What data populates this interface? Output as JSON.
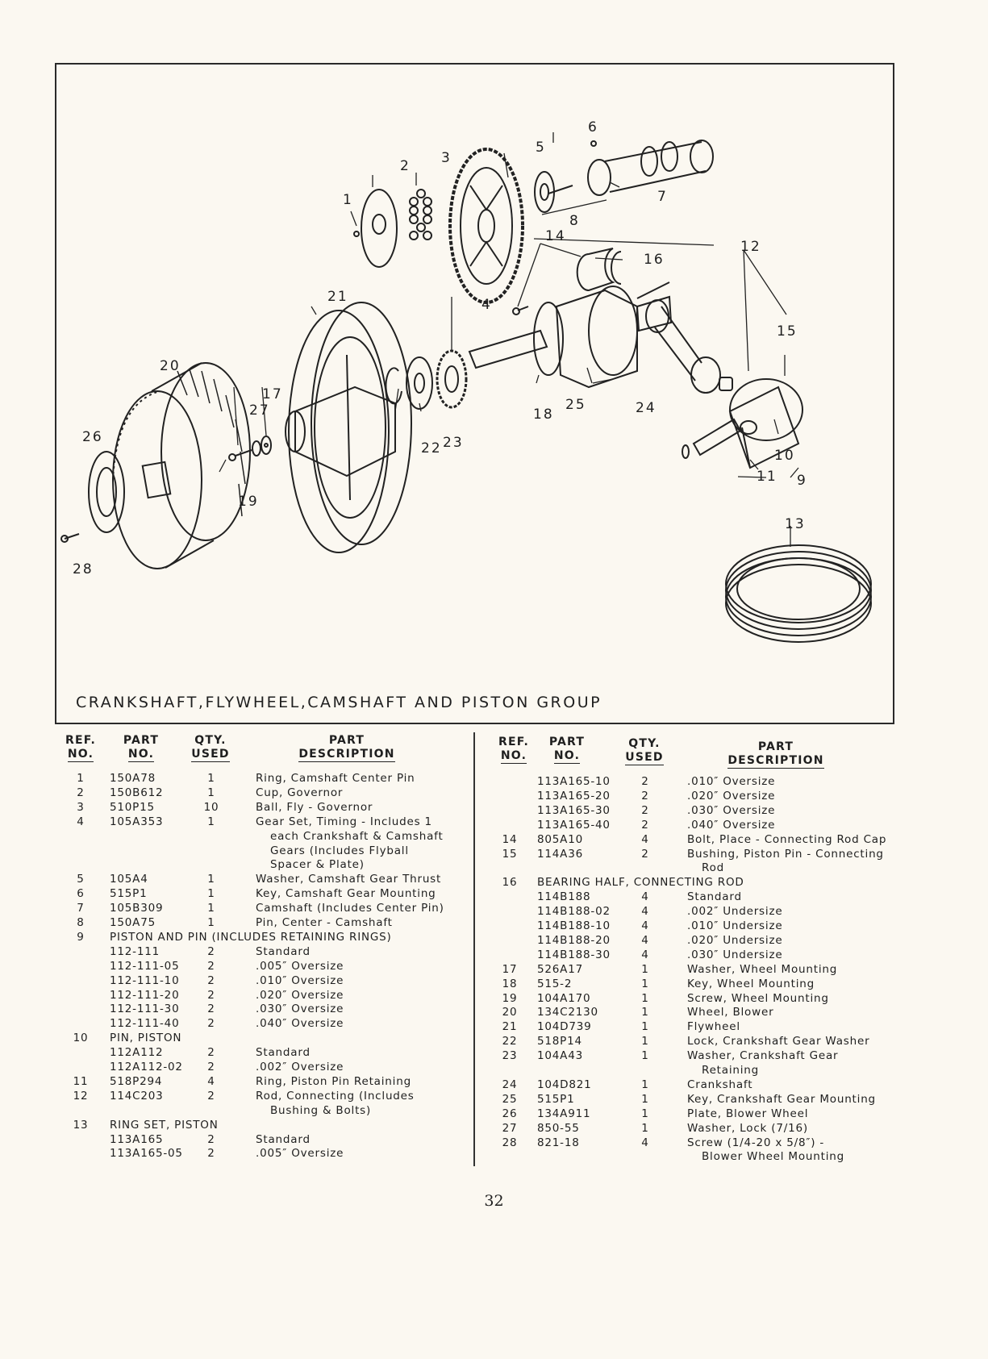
{
  "figure": {
    "caption": "CRANKSHAFT,FLYWHEEL,CAMSHAFT AND PISTON GROUP",
    "callouts": [
      "1",
      "2",
      "3",
      "4",
      "5",
      "6",
      "7",
      "8",
      "9",
      "10",
      "11",
      "12",
      "13",
      "14",
      "15",
      "16",
      "17",
      "18",
      "19",
      "20",
      "21",
      "22",
      "23",
      "24",
      "25",
      "26",
      "27",
      "28"
    ]
  },
  "table_headers": {
    "ref": [
      "REF.",
      "NO."
    ],
    "part": [
      "PART",
      "NO."
    ],
    "qty": [
      "QTY.",
      "USED"
    ],
    "desc": [
      "PART",
      "DESCRIPTION"
    ]
  },
  "left_rows": [
    {
      "ref": "1",
      "part": "150A78",
      "qty": "1",
      "desc": "Ring, Camshaft Center Pin"
    },
    {
      "ref": "2",
      "part": "150B612",
      "qty": "1",
      "desc": "Cup, Governor"
    },
    {
      "ref": "3",
      "part": "510P15",
      "qty": "10",
      "desc": "Ball, Fly - Governor"
    },
    {
      "ref": "4",
      "part": "105A353",
      "qty": "1",
      "desc": "Gear Set, Timing - Includes 1"
    },
    {
      "ref": "",
      "part": "",
      "qty": "",
      "desc": "each Crankshaft & Camshaft",
      "indent": true
    },
    {
      "ref": "",
      "part": "",
      "qty": "",
      "desc": "Gears (Includes Flyball",
      "indent": true
    },
    {
      "ref": "",
      "part": "",
      "qty": "",
      "desc": "Spacer & Plate)",
      "indent": true
    },
    {
      "ref": "5",
      "part": "105A4",
      "qty": "1",
      "desc": "Washer, Camshaft Gear Thrust"
    },
    {
      "ref": "6",
      "part": "515P1",
      "qty": "1",
      "desc": "Key, Camshaft Gear Mounting"
    },
    {
      "ref": "7",
      "part": "105B309",
      "qty": "1",
      "desc": "Camshaft (Includes Center Pin)"
    },
    {
      "ref": "8",
      "part": "150A75",
      "qty": "1",
      "desc": "Pin, Center - Camshaft"
    },
    {
      "ref": "9",
      "span": "PISTON AND PIN (INCLUDES RETAINING RINGS)"
    },
    {
      "ref": "",
      "part": "112-111",
      "qty": "2",
      "desc": "Standard"
    },
    {
      "ref": "",
      "part": "112-111-05",
      "qty": "2",
      "desc": ".005″ Oversize"
    },
    {
      "ref": "",
      "part": "112-111-10",
      "qty": "2",
      "desc": ".010″ Oversize"
    },
    {
      "ref": "",
      "part": "112-111-20",
      "qty": "2",
      "desc": ".020″ Oversize"
    },
    {
      "ref": "",
      "part": "112-111-30",
      "qty": "2",
      "desc": ".030″ Oversize"
    },
    {
      "ref": "",
      "part": "112-111-40",
      "qty": "2",
      "desc": ".040″ Oversize"
    },
    {
      "ref": "10",
      "span": "PIN, PISTON"
    },
    {
      "ref": "",
      "part": "112A112",
      "qty": "2",
      "desc": "Standard"
    },
    {
      "ref": "",
      "part": "112A112-02",
      "qty": "2",
      "desc": ".002″ Oversize"
    },
    {
      "ref": "11",
      "part": "518P294",
      "qty": "4",
      "desc": "Ring, Piston Pin Retaining"
    },
    {
      "ref": "12",
      "part": "114C203",
      "qty": "2",
      "desc": "Rod, Connecting (Includes"
    },
    {
      "ref": "",
      "part": "",
      "qty": "",
      "desc": "Bushing & Bolts)",
      "indent": true
    },
    {
      "ref": "13",
      "span": "RING SET, PISTON"
    },
    {
      "ref": "",
      "part": "113A165",
      "qty": "2",
      "desc": "Standard"
    },
    {
      "ref": "",
      "part": "113A165-05",
      "qty": "2",
      "desc": ".005″ Oversize"
    }
  ],
  "right_rows": [
    {
      "ref": "",
      "part": "113A165-10",
      "qty": "2",
      "desc": ".010″ Oversize"
    },
    {
      "ref": "",
      "part": "113A165-20",
      "qty": "2",
      "desc": ".020″ Oversize"
    },
    {
      "ref": "",
      "part": "113A165-30",
      "qty": "2",
      "desc": ".030″ Oversize"
    },
    {
      "ref": "",
      "part": "113A165-40",
      "qty": "2",
      "desc": ".040″ Oversize"
    },
    {
      "ref": "14",
      "part": "805A10",
      "qty": "4",
      "desc": "Bolt, Place - Connecting Rod Cap"
    },
    {
      "ref": "15",
      "part": "114A36",
      "qty": "2",
      "desc": "Bushing, Piston Pin - Connecting"
    },
    {
      "ref": "",
      "part": "",
      "qty": "",
      "desc": "Rod",
      "indent": true
    },
    {
      "ref": "16",
      "span": "BEARING HALF, CONNECTING ROD"
    },
    {
      "ref": "",
      "part": "114B188",
      "qty": "4",
      "desc": "Standard"
    },
    {
      "ref": "",
      "part": "114B188-02",
      "qty": "4",
      "desc": ".002″ Undersize"
    },
    {
      "ref": "",
      "part": "114B188-10",
      "qty": "4",
      "desc": ".010″ Undersize"
    },
    {
      "ref": "",
      "part": "114B188-20",
      "qty": "4",
      "desc": ".020″ Undersize"
    },
    {
      "ref": "",
      "part": "114B188-30",
      "qty": "4",
      "desc": ".030″ Undersize"
    },
    {
      "ref": "17",
      "part": "526A17",
      "qty": "1",
      "desc": "Washer, Wheel Mounting"
    },
    {
      "ref": "18",
      "part": "515-2",
      "qty": "1",
      "desc": "Key, Wheel Mounting"
    },
    {
      "ref": "19",
      "part": "104A170",
      "qty": "1",
      "desc": "Screw, Wheel Mounting"
    },
    {
      "ref": "20",
      "part": "134C2130",
      "qty": "1",
      "desc": "Wheel, Blower"
    },
    {
      "ref": "21",
      "part": "104D739",
      "qty": "1",
      "desc": "Flywheel"
    },
    {
      "ref": "22",
      "part": "518P14",
      "qty": "1",
      "desc": "Lock, Crankshaft Gear Washer"
    },
    {
      "ref": "23",
      "part": "104A43",
      "qty": "1",
      "desc": "Washer, Crankshaft Gear"
    },
    {
      "ref": "",
      "part": "",
      "qty": "",
      "desc": "Retaining",
      "indent": true
    },
    {
      "ref": "24",
      "part": "104D821",
      "qty": "1",
      "desc": "Crankshaft"
    },
    {
      "ref": "25",
      "part": "515P1",
      "qty": "1",
      "desc": "Key, Crankshaft Gear Mounting"
    },
    {
      "ref": "26",
      "part": "134A911",
      "qty": "1",
      "desc": "Plate, Blower Wheel"
    },
    {
      "ref": "27",
      "part": "850-55",
      "qty": "1",
      "desc": "Washer, Lock (7/16)"
    },
    {
      "ref": "28",
      "part": "821-18",
      "qty": "4",
      "desc": "Screw (1/4-20 x 5/8″) -"
    },
    {
      "ref": "",
      "part": "",
      "qty": "",
      "desc": "Blower Wheel Mounting",
      "indent": true
    }
  ],
  "page_number": "32"
}
